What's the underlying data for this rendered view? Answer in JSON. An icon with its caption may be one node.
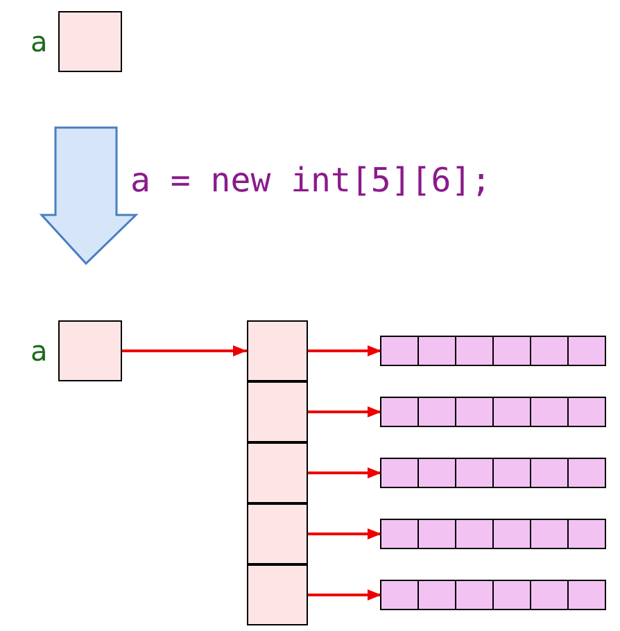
{
  "diagram": {
    "nodes": [
      {
        "text": [
          "a"
        ]
      },
      {
        "text": [
          "a"
        ]
      },
      {
        "text": [],
        "shape": "box"
      },
      {
        "text": [],
        "shape": "box"
      },
      {
        "text": [],
        "shape": "box"
      },
      {
        "text": [],
        "shape": "box"
      },
      {
        "text": [],
        "shape": "box"
      },
      {
        "text": [],
        "shape": "bar"
      },
      {
        "text": [],
        "shape": "bar"
      },
      {
        "text": [],
        "shape": "bar"
      },
      {
        "text": [],
        "shape": "bar"
      },
      {
        "text": [],
        "shape": "bar"
      }
    ],
    "edges": [
      {
        "from": 1,
        "to": 2,
        "arrow": "to"
      },
      {
        "from": 2,
        "to": 7,
        "arrow": "to"
      },
      {
        "from": 3,
        "to": 8,
        "arrow": "to"
      },
      {
        "from": 4,
        "to": 9,
        "arrow": "to"
      },
      {
        "from": 5,
        "to": 10,
        "arrow": "to"
      },
      {
        "from": 6,
        "to": 11,
        "arrow": "to"
      }
    ],
    "labels": [
      "a = new int[5][6];"
    ]
  }
}
